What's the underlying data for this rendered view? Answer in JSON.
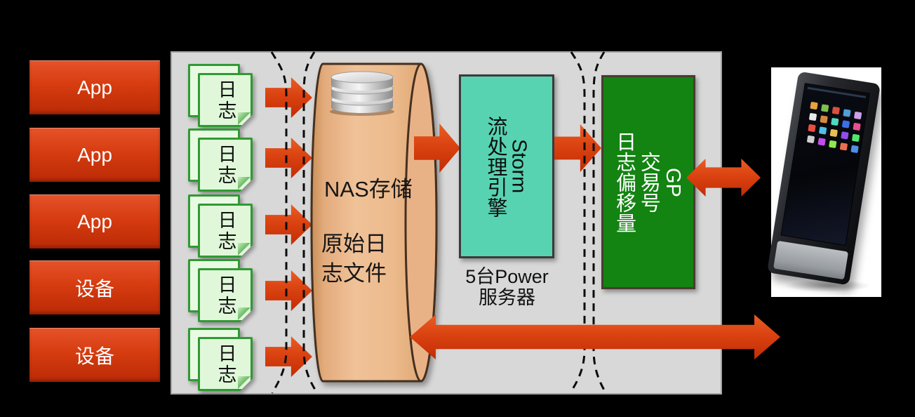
{
  "background": "#000000",
  "panel": {
    "fill": "#d8d8d8",
    "border_color": "#a3a3a3"
  },
  "sources": {
    "box_color_top": "#e6532a",
    "box_color_bottom": "#ba2a06",
    "text_color": "#ffffff",
    "items": [
      {
        "label": "App"
      },
      {
        "label": "App"
      },
      {
        "label": "App"
      },
      {
        "label": "设备"
      },
      {
        "label": "设备"
      }
    ]
  },
  "log_files": {
    "label": "日志",
    "count": 5,
    "fill": "#e0f8d9",
    "border_color": "#2f9a33",
    "icon": "log-document-icon"
  },
  "nas": {
    "title": "NAS存储",
    "subtitle": "原始日\n志文件",
    "fill": "#ecb98c",
    "border_color": "#45301f",
    "icon": "database-icon"
  },
  "storm": {
    "label": "Storm\n流处理引擎",
    "fill": "#57d3b2",
    "caption": "5台Power\n服务器"
  },
  "gp": {
    "label": "GP\n交易号\n日志偏移量",
    "fill": "#138312",
    "text_color": "#ffffff"
  },
  "arrows": {
    "fill_top": "#ea5c24",
    "fill_bottom": "#c02d05"
  },
  "guides": {
    "style": "dashed",
    "color": "#0b0b0b"
  },
  "tablet": {
    "icon": "tablet-photo",
    "background": "#ffffff"
  }
}
